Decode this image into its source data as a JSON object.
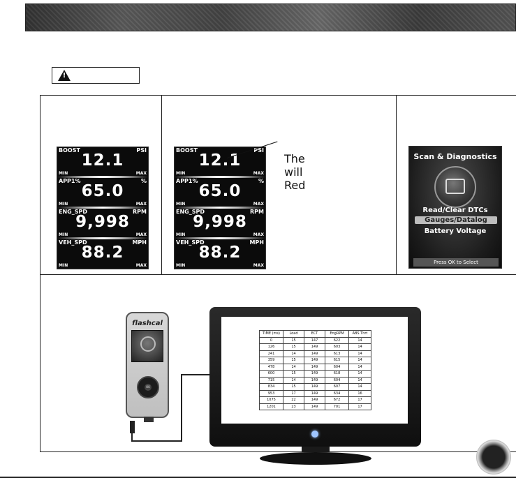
{
  "callout": {
    "line1": "The",
    "line2": "will",
    "line3": "Red"
  },
  "gauges": [
    {
      "label": "BOOST",
      "unit": "PSI",
      "value": "12.1",
      "min": "MIN",
      "max": "MAX"
    },
    {
      "label": "APP1%",
      "unit": "%",
      "value": "65.0",
      "min": "MIN",
      "max": "MAX"
    },
    {
      "label": "ENG_SPD",
      "unit": "RPM",
      "value": "9,998",
      "min": "MIN",
      "max": "MAX"
    },
    {
      "label": "VEH_SPD",
      "unit": "MPH",
      "value": "88.2",
      "min": "MIN",
      "max": "MAX"
    }
  ],
  "scan_screen": {
    "title": "Scan & Diagnostics",
    "menu": [
      "Read/Clear DTCs",
      "Gauges/Datalog",
      "Battery Voltage"
    ],
    "selected_index": 1,
    "footer": "Press OK to Select"
  },
  "device": {
    "brand": "flashcal",
    "ok_label": "OK"
  },
  "datalog": {
    "headers": [
      "TIME (ms)",
      "Load",
      "ECT",
      "EngRPM",
      "ABS Thrt"
    ],
    "rows": [
      [
        "0",
        "15",
        "147",
        "622",
        "14"
      ],
      [
        "126",
        "15",
        "149",
        "603",
        "14"
      ],
      [
        "241",
        "14",
        "149",
        "613",
        "14"
      ],
      [
        "359",
        "15",
        "149",
        "615",
        "14"
      ],
      [
        "478",
        "14",
        "149",
        "604",
        "14"
      ],
      [
        "600",
        "15",
        "149",
        "618",
        "14"
      ],
      [
        "715",
        "14",
        "149",
        "604",
        "14"
      ],
      [
        "834",
        "15",
        "149",
        "607",
        "14"
      ],
      [
        "953",
        "17",
        "149",
        "634",
        "16"
      ],
      [
        "1075",
        "22",
        "149",
        "672",
        "17"
      ],
      [
        "1201",
        "23",
        "149",
        "701",
        "17"
      ]
    ]
  }
}
